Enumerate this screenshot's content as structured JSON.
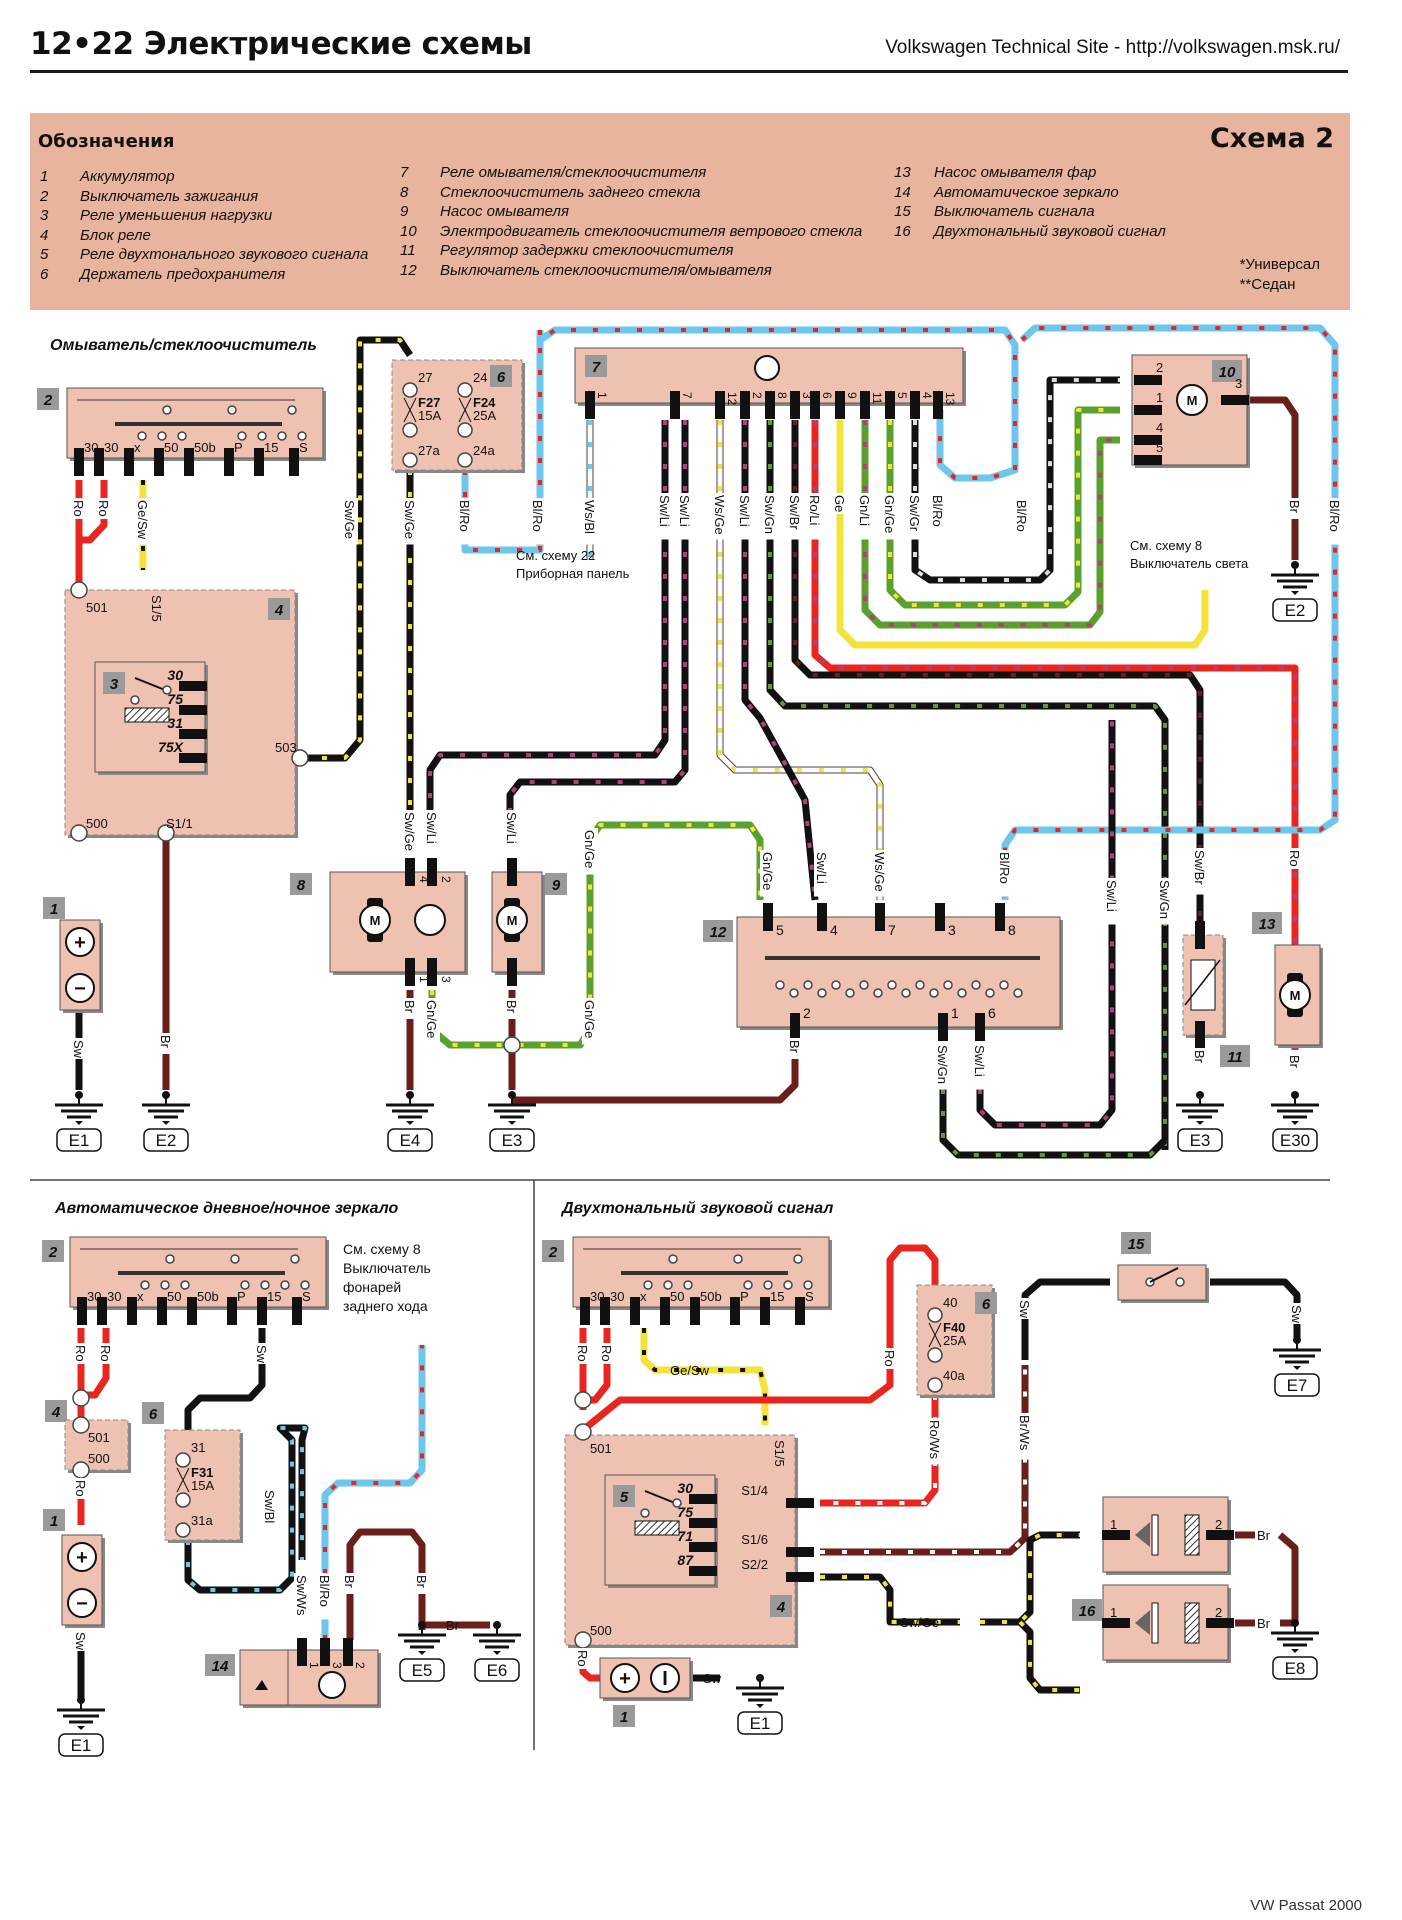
{
  "header": {
    "page_title": "12•22 Электрические схемы",
    "site": "Volkswagen Technical Site - http://volkswagen.msk.ru/"
  },
  "legend": {
    "title": "Обозначения",
    "scheme": "Схема 2",
    "columns": [
      [
        {
          "n": "1",
          "label": "Аккумулятор"
        },
        {
          "n": "2",
          "label": "Выключатель зажигания"
        },
        {
          "n": "3",
          "label": "Реле уменьшения нагрузки"
        },
        {
          "n": "4",
          "label": "Блок реле"
        },
        {
          "n": "5",
          "label": "Реле двухтонального звукового сигнала"
        },
        {
          "n": "6",
          "label": "Держатель предохранителя"
        }
      ],
      [
        {
          "n": "7",
          "label": "Реле омывателя/стеклоочистителя"
        },
        {
          "n": "8",
          "label": "Стеклоочиститель заднего стекла"
        },
        {
          "n": "9",
          "label": "Насос омывателя"
        },
        {
          "n": "10",
          "label": "Электродвигатель стеклоочистителя ветрового стекла"
        },
        {
          "n": "11",
          "label": "Регулятор задержки стеклоочистителя"
        },
        {
          "n": "12",
          "label": "Выключатель стеклоочистителя/омывателя"
        }
      ],
      [
        {
          "n": "13",
          "label": "Насос омывателя фар"
        },
        {
          "n": "14",
          "label": "Автоматическое зеркало"
        },
        {
          "n": "15",
          "label": "Выключатель сигнала"
        },
        {
          "n": "16",
          "label": "Двухтональный звуковой сигнал"
        }
      ]
    ],
    "notes": [
      "*Универсал",
      "**Седан"
    ]
  },
  "wire_colors": {
    "Ro": "#e8251f",
    "Sw": "#111111",
    "Br": "#6b1f1a",
    "Ge": "#f2e23a",
    "Gn": "#5aa02c",
    "Bl": "#6ec6ec",
    "Ws": "#ffffff",
    "Li": "#b0407a",
    "Gr": "#dddddd"
  },
  "sections": {
    "wiper": {
      "title": "Омыватель/стеклоочиститель",
      "ignition_terminals": [
        "30",
        "30",
        "x",
        "50",
        "50b",
        "P",
        "15",
        "S"
      ],
      "relay_block_terminals": [
        "501",
        "500",
        "503",
        "S1/5",
        "S1/1"
      ],
      "relay3_terminals": [
        "30",
        "75",
        "31",
        "75X"
      ],
      "fuses": [
        {
          "id": "F27",
          "rating": "15A",
          "in": "27",
          "out": "27a"
        },
        {
          "id": "F24",
          "rating": "25A",
          "in": "24",
          "out": "24a"
        }
      ],
      "relay7_pins": [
        "1",
        "7",
        "12",
        "2",
        "8",
        "3",
        "6",
        "9",
        "11",
        "5",
        "4",
        "13"
      ],
      "relay7_wires": [
        "Ws/Bl",
        "Sw/Li",
        "Sw/Li",
        "Ws/Ge",
        "Sw/Li",
        "Sw/Gn",
        "Sw/Br",
        "Ro/Li",
        "Ge",
        "Gn/Li",
        "Gn/Ge",
        "Sw/Gr",
        "Bl/Ro"
      ],
      "motor10_pins": [
        "2",
        "1",
        "4",
        "5",
        "3"
      ],
      "switch12_pins_top": [
        "5",
        "4",
        "7",
        "3",
        "8"
      ],
      "switch12_pins_bottom": [
        "2",
        "1",
        "6"
      ],
      "notes": [
        {
          "text": "См. схему 22",
          "sub": "Приборная панель"
        },
        {
          "text": "См. схему 8",
          "sub": "Выключатель света"
        }
      ],
      "grounds": [
        "E1",
        "E2",
        "E4",
        "E3",
        "E3",
        "E30",
        "E2"
      ]
    },
    "mirror": {
      "title": "Автоматическое дневное/ночное зеркало",
      "note": [
        "См. схему 8",
        "Выключатель",
        "фонарей",
        "заднего хода"
      ],
      "fuse": {
        "id": "F31",
        "rating": "15A",
        "in": "31",
        "out": "31a"
      },
      "relay_block_terminals": [
        "501",
        "500"
      ],
      "grounds": [
        "E1",
        "E5",
        "E6"
      ]
    },
    "horn": {
      "title": "Двухтональный звуковой сигнал",
      "fuse": {
        "id": "F40",
        "rating": "25A",
        "in": "40",
        "out": "40a"
      },
      "relay5_terminals": [
        "30",
        "75",
        "71",
        "87"
      ],
      "relay_block_terminals": [
        "501",
        "500",
        "S1/5",
        "S1/4",
        "S1/6",
        "S2/2"
      ],
      "grounds": [
        "E1",
        "E7",
        "E8"
      ]
    }
  },
  "footer": "VW Passat 2000"
}
